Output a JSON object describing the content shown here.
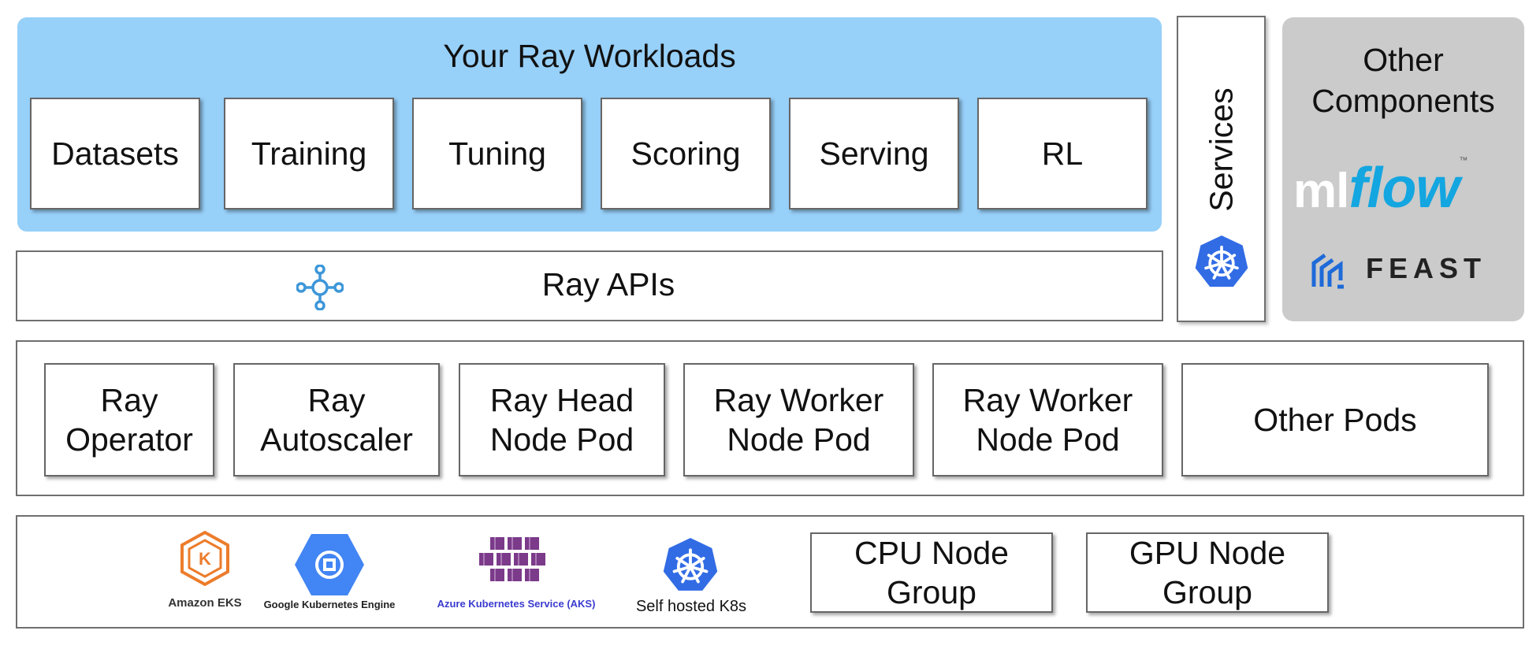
{
  "colors": {
    "workloads_bg": "#97d0f9",
    "other_bg": "#cbcbcb",
    "k8s_blue": "#326ce5",
    "ray_icon_blue": "#3d97d9",
    "mlflow_blue": "#13a6e0",
    "eks_orange": "#ec7c2c",
    "gke_blue": "#4285f4",
    "aks_purple": "#7b3a8a",
    "aks_text_blue": "#3a3ad0"
  },
  "workloads": {
    "title": "Your Ray Workloads",
    "items": [
      "Datasets",
      "Training",
      "Tuning",
      "Scoring",
      "Serving",
      "RL"
    ]
  },
  "ray_apis": {
    "label": "Ray APIs",
    "icon": "ray-logo-icon"
  },
  "services": {
    "label": "Services",
    "icon": "kubernetes-icon"
  },
  "other_components": {
    "title": "Other\nComponents",
    "mlflow": {
      "part1": "ml",
      "part2": "flow",
      "tm": "™"
    },
    "feast": "FEAST"
  },
  "pods": [
    "Ray\nOperator",
    "Ray\nAutoscaler",
    "Ray Head\nNode Pod",
    "Ray Worker\nNode Pod",
    "Ray Worker\nNode Pod",
    "Other Pods"
  ],
  "infrastructure": {
    "providers": [
      {
        "name": "Amazon EKS",
        "icon": "amazon-eks-icon"
      },
      {
        "name": "Google Kubernetes Engine",
        "icon": "gke-icon"
      },
      {
        "name": "Azure Kubernetes Service (AKS)",
        "icon": "aks-icon"
      },
      {
        "name": "Self hosted K8s",
        "icon": "kubernetes-icon"
      }
    ],
    "node_groups": [
      "CPU Node\nGroup",
      "GPU Node\nGroup"
    ]
  }
}
